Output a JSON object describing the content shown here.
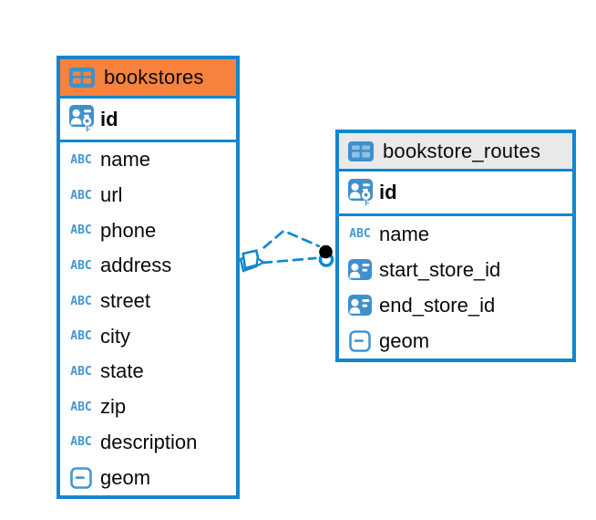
{
  "colors": {
    "table_border": "#1287cd",
    "selected_header": "#f6823e",
    "header": "#e9e9e9",
    "icon_blue": "#3f90cc",
    "icon_light_blue": "#8fbfe3",
    "type_icon_blue": "#4397d2",
    "connector": "#1287cd",
    "text": "#0a0a0a",
    "canvas_bg": "#ffffff"
  },
  "icons": {
    "text_type_glyph": "ABC",
    "table_icon": "table-grid",
    "primary_key_icon": "person-badge-with-key",
    "foreign_key_icon": "person-badge",
    "geometry_icon": "box-with-dash"
  },
  "tables": [
    {
      "name": "bookstores",
      "header_state": "selected",
      "columns": [
        {
          "name": "id",
          "type_icon": "primary-key"
        },
        {
          "name": "name",
          "type_icon": "text"
        },
        {
          "name": "url",
          "type_icon": "text"
        },
        {
          "name": "phone",
          "type_icon": "text"
        },
        {
          "name": "address",
          "type_icon": "text"
        },
        {
          "name": "street",
          "type_icon": "text"
        },
        {
          "name": "city",
          "type_icon": "text"
        },
        {
          "name": "state",
          "type_icon": "text"
        },
        {
          "name": "zip",
          "type_icon": "text"
        },
        {
          "name": "description",
          "type_icon": "text"
        },
        {
          "name": "geom",
          "type_icon": "geometry"
        }
      ]
    },
    {
      "name": "bookstore_routes",
      "header_state": "normal",
      "columns": [
        {
          "name": "id",
          "type_icon": "primary-key"
        },
        {
          "name": "name",
          "type_icon": "text"
        },
        {
          "name": "start_store_id",
          "type_icon": "foreign-key"
        },
        {
          "name": "end_store_id",
          "type_icon": "foreign-key"
        },
        {
          "name": "geom",
          "type_icon": "geometry"
        }
      ]
    }
  ],
  "relationship": {
    "style": "dashed",
    "bookstores_end_symbol": "diamond",
    "bookstore_routes_end_symbol": "filled-dot-with-ring",
    "line_count": 2
  }
}
